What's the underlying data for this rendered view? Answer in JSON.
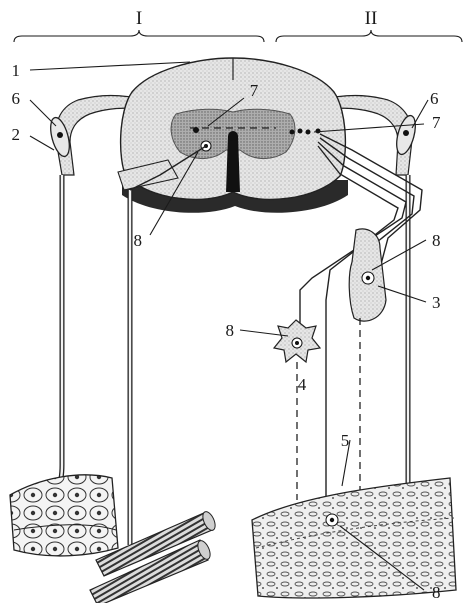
{
  "sections": {
    "left": "I",
    "right": "II"
  },
  "labels": {
    "n1": "1",
    "n2": "2",
    "n3": "3",
    "n4": "4",
    "n5": "5",
    "n6_left": "6",
    "n6_right": "6",
    "n7_left": "7",
    "n7_right": "7",
    "n8_left": "8",
    "n8_right_top": "8",
    "n8_ganglion": "8",
    "n8_bottom": "8"
  }
}
